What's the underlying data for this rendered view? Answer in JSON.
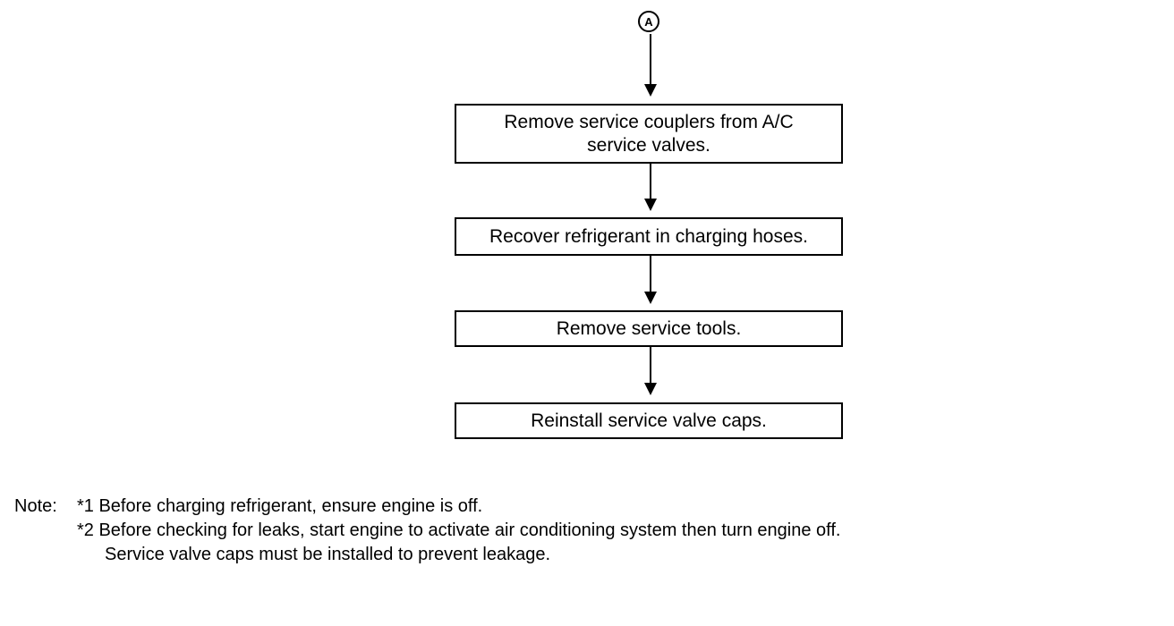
{
  "connector_label": "A",
  "steps": [
    {
      "text": "Remove service couplers from A/C service valves."
    },
    {
      "text": "Recover refrigerant in charging hoses."
    },
    {
      "text": "Remove service tools."
    },
    {
      "text": "Reinstall service valve caps."
    }
  ],
  "notes": {
    "label": "Note:",
    "items": [
      "*1 Before charging refrigerant, ensure engine is off.",
      "*2 Before checking for leaks, start engine to activate air conditioning system then turn engine off.",
      "Service valve caps must be installed to prevent leakage."
    ]
  }
}
